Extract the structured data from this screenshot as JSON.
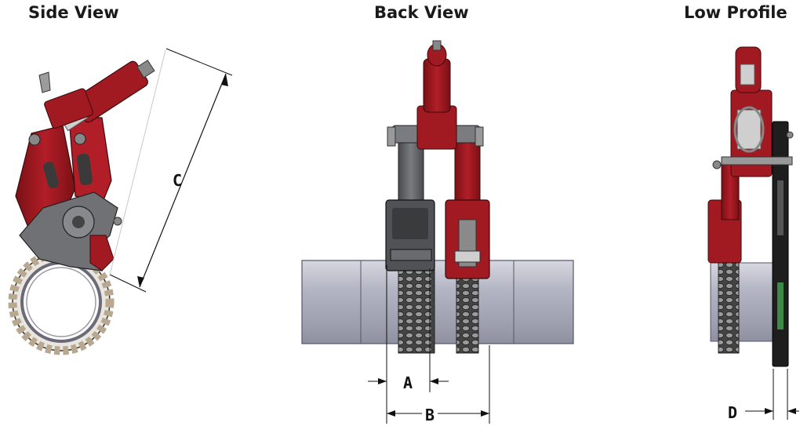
{
  "views": {
    "side": {
      "title": "Side View",
      "dim_label": "C"
    },
    "back": {
      "title": "Back View",
      "dim_a_label": "A",
      "dim_b_label": "B"
    },
    "low": {
      "title": "Low Profile",
      "dim_d_label": "D"
    }
  },
  "colors": {
    "body_red": "#a11a22",
    "dark_red": "#6e0f14",
    "frame_gray": "#6d6f72",
    "pipe_gray": "#b9bac6",
    "chain_gray": "#5a5a5a"
  }
}
